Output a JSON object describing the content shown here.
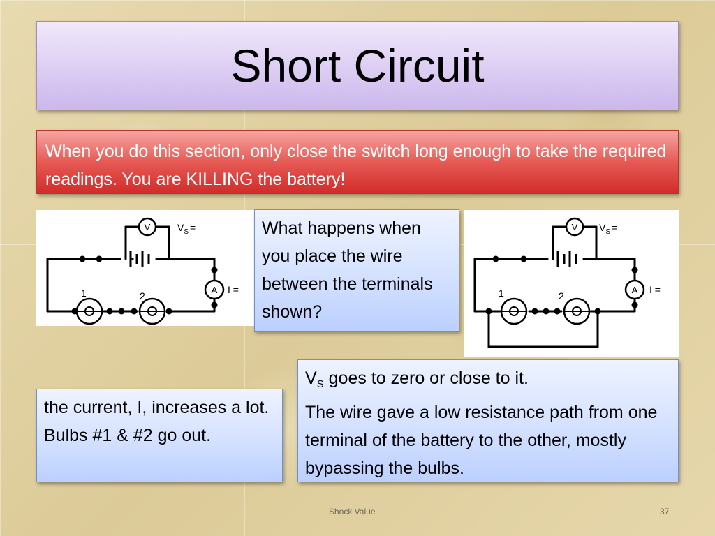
{
  "slide": {
    "title": "Short Circuit",
    "warning": "When you do this section, only close the switch long enough to take the required readings. You are KILLING the battery!",
    "question": "What happens when you place the wire between the terminals shown?",
    "answer_left": {
      "line1": "the current, I, increases a lot.",
      "line2": "Bulbs #1 & #2 go out."
    },
    "answer_right": {
      "v_letter": "V",
      "v_sub": "S",
      "line1_rest": " goes to zero or close to it.",
      "line2": "The wire gave a low resistance path from one terminal of the battery to the other, mostly bypassing the bulbs."
    },
    "footer": {
      "center": "Shock Value",
      "page": "37"
    }
  },
  "circuit": {
    "voltmeter_symbol": "V",
    "ammeter_symbol": "A",
    "vs_label": "V",
    "vs_sub": "S",
    "vs_eq": "=",
    "i_label": "I =",
    "bulb1_label": "1",
    "bulb2_label": "2"
  }
}
